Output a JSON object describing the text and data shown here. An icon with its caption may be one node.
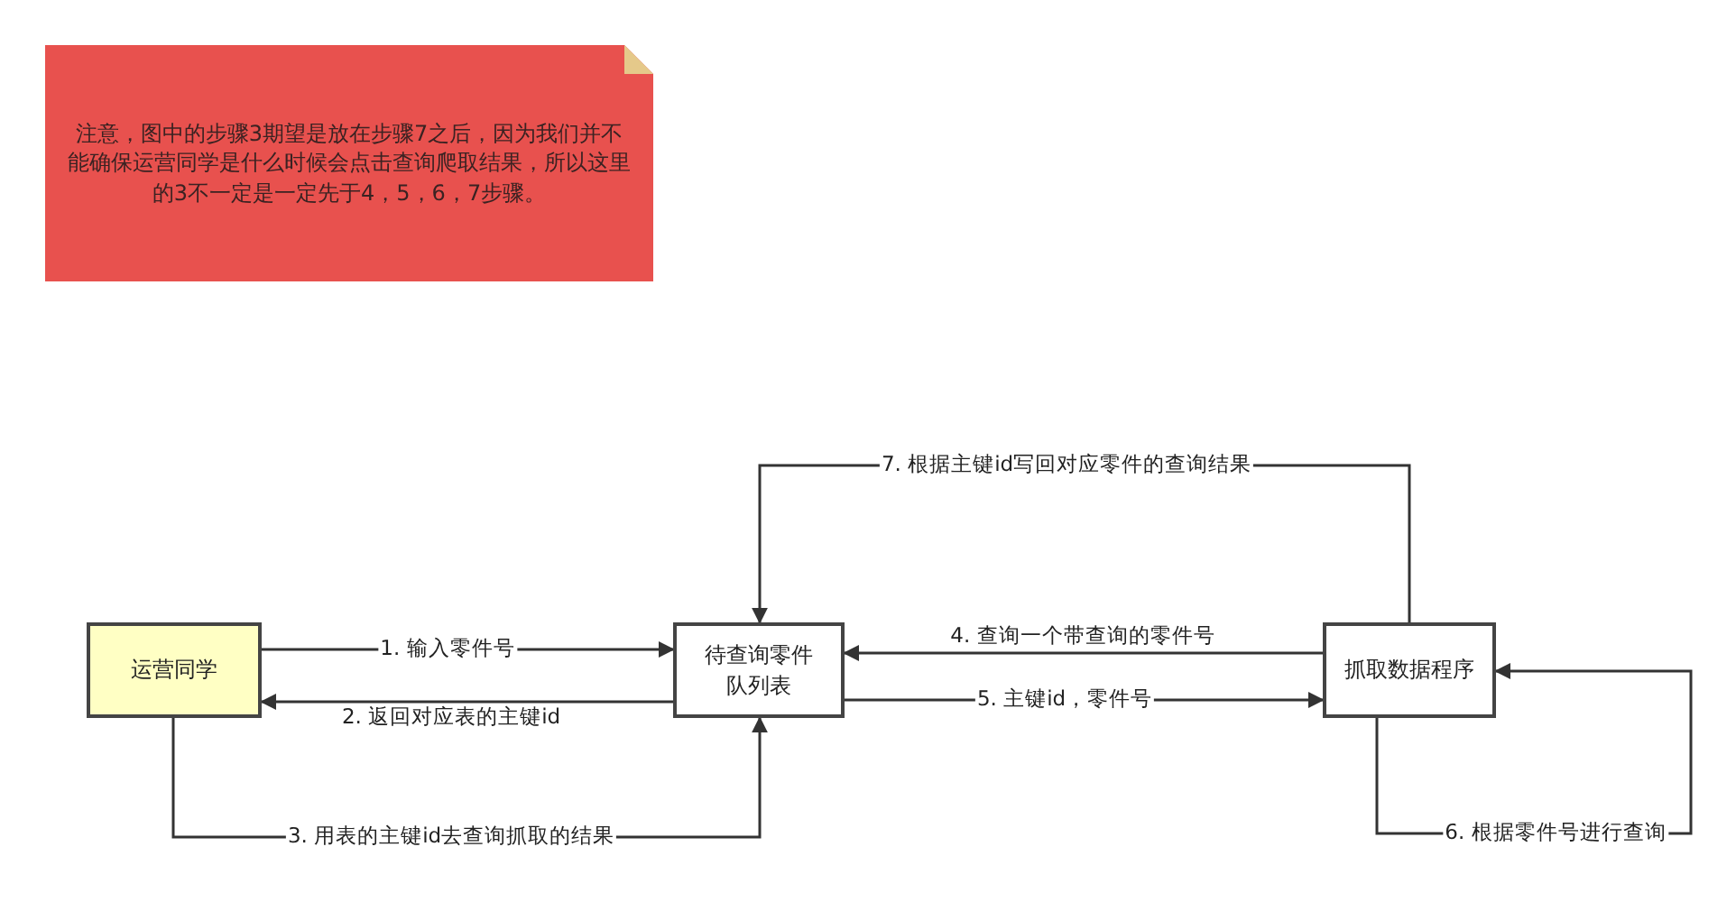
{
  "diagram": {
    "nodes": [
      {
        "text": [
          "注意，图中的步骤3期望是放在步骤7之后，因为我们并不能确保运营同学是什么时候会点击查询爬取结果，所以这里的3不一定是一定先于4，5，6，7步骤。"
        ]
      },
      {
        "text": [
          "运营同学"
        ]
      },
      {
        "text": [
          "待查询零件队列表"
        ]
      },
      {
        "text": [
          "抓取数据程序"
        ]
      }
    ],
    "edges": [
      {
        "from": 1,
        "to": 2,
        "arrow": "to",
        "label": "1. 输入零件号"
      },
      {
        "from": 2,
        "to": 1,
        "arrow": "to",
        "label": "2. 返回对应表的主键id"
      },
      {
        "from": 1,
        "to": 2,
        "arrow": "to",
        "label": "3. 用表的主键id去查询抓取的结果"
      },
      {
        "from": 3,
        "to": 2,
        "arrow": "to",
        "label": "4. 查询一个带查询的零件号"
      },
      {
        "from": 2,
        "to": 3,
        "arrow": "to",
        "label": "5. 主键id，零件号"
      },
      {
        "from": 3,
        "to": 3,
        "arrow": "to",
        "label": "6. 根据零件号进行查询"
      },
      {
        "from": 3,
        "to": 2,
        "arrow": "to",
        "label": "7. 根据主键id写回对应零件的查询结果"
      }
    ]
  }
}
